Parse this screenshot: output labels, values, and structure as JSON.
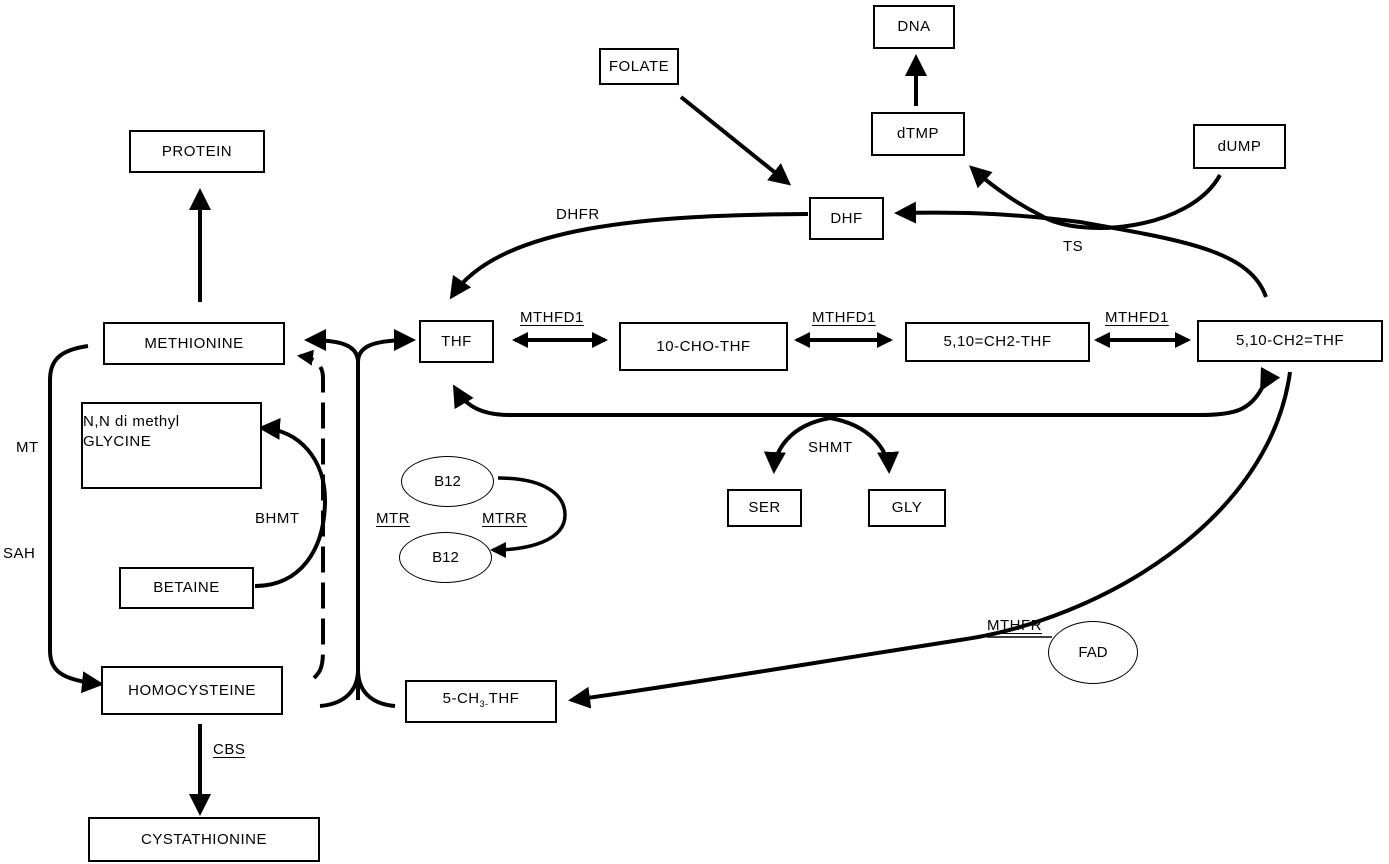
{
  "title": "Folate, methionine and homocysteine one-carbon metabolism pathway",
  "nodes": {
    "dna": "DNA",
    "folate": "FOLATE",
    "dtmp": "dTMP",
    "dump": "dUMP",
    "protein": "PROTEIN",
    "dhf": "DHF",
    "methionine": "METHIONINE",
    "thf": "THF",
    "cho_thf": "10-CHO-THF",
    "ch2_thf_a": "5,10=CH2-THF",
    "ch2_thf_b": "5,10-CH2=THF",
    "dmg_line1": "N,N di methyl",
    "dmg_line2": "GLYCINE",
    "ser": "SER",
    "gly": "GLY",
    "betaine": "BETAINE",
    "homocysteine": "HOMOCYSTEINE",
    "methyl_thf_prefix": "5-CH",
    "methyl_thf_sub": "3-",
    "methyl_thf_suffix": "THF",
    "cystathionine": "CYSTATHIONINE"
  },
  "cofactors": {
    "b12_top": "B12",
    "b12_bottom": "B12",
    "fad": "FAD"
  },
  "enzymes": {
    "dhfr": "DHFR",
    "ts": "TS",
    "mthfd1_1": "MTHFD1",
    "mthfd1_2": "MTHFD1",
    "mthfd1_3": "MTHFD1",
    "shmt": "SHMT",
    "mt": "MT",
    "sah": "SAH",
    "bhmt": "BHMT",
    "mtr": "MTR",
    "mtrr": "MTRR",
    "mthfr": "MTHFR",
    "cbs": "CBS"
  }
}
